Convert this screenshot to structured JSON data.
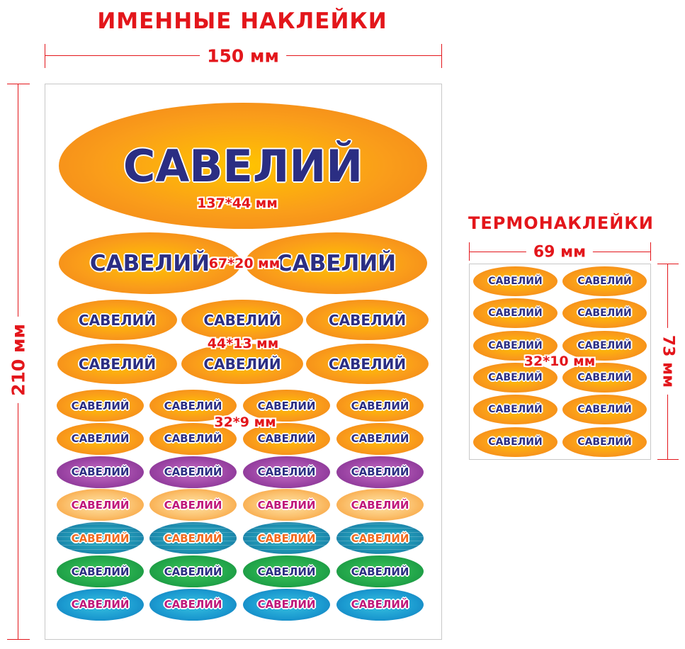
{
  "left": {
    "title": "ИМЕННЫЕ НАКЛЕЙКИ",
    "width_label": "150 мм",
    "height_label": "210 мм",
    "size_labels": [
      "137*44 мм",
      "67*20 мм",
      "44*13 мм",
      "32*9 мм"
    ]
  },
  "right": {
    "title": "ТЕРМОНАКЛЕЙКИ",
    "width_label": "69 мм",
    "height_label": "73 мм",
    "size_label": "32*10 мм"
  },
  "name": "САВЕЛИЙ",
  "colors": {
    "accent_red": "#e3161b",
    "name_navy": "#2b2e83",
    "name_pink": "#c0187a",
    "name_orange": "#f26a1e"
  },
  "sticker_rows": [
    {
      "theme": "orange",
      "text": "navy",
      "count": 1,
      "size": "137*44"
    },
    {
      "theme": "orange",
      "text": "navy",
      "count": 2,
      "size": "67*20"
    },
    {
      "theme": "orange",
      "text": "navy",
      "count": 3,
      "size": "44*13"
    },
    {
      "theme": "orange",
      "text": "navy",
      "count": 3,
      "size": "44*13"
    },
    {
      "theme": "orange",
      "text": "navy",
      "count": 4,
      "size": "32*9"
    },
    {
      "theme": "orange",
      "text": "navy",
      "count": 4,
      "size": "32*9"
    },
    {
      "theme": "purple",
      "text": "navy",
      "count": 4,
      "size": "32*9"
    },
    {
      "theme": "peach",
      "text": "pink",
      "count": 4,
      "size": "32*9"
    },
    {
      "theme": "teal",
      "text": "orangetx",
      "count": 4,
      "size": "32*9"
    },
    {
      "theme": "green",
      "text": "navy",
      "count": 4,
      "size": "32*9"
    },
    {
      "theme": "blue",
      "text": "pink",
      "count": 4,
      "size": "32*9"
    }
  ],
  "thermo_rows": 6,
  "thermo_cols": 2
}
